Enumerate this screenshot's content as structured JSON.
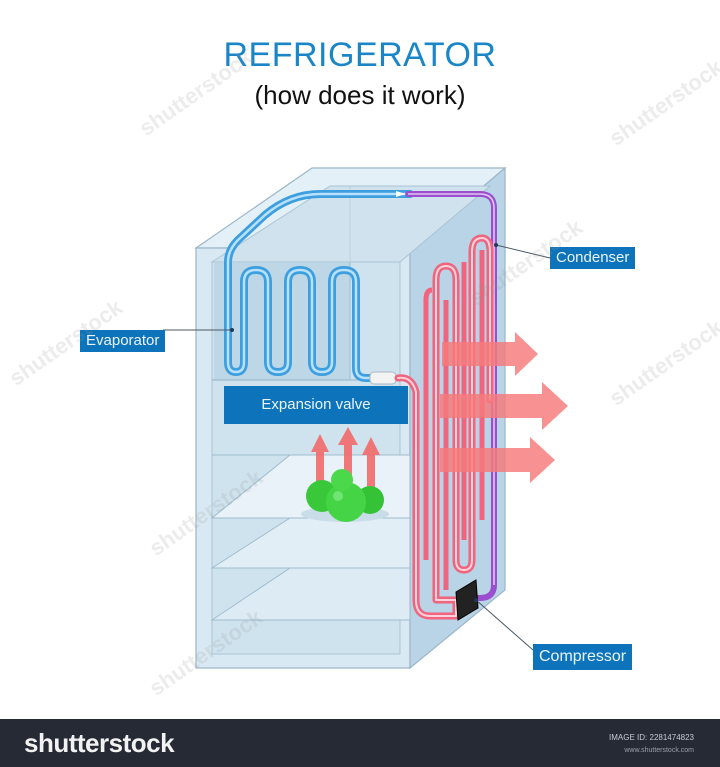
{
  "header": {
    "title": "REFRIGERATOR",
    "subtitle": "(how does it work)"
  },
  "labels": {
    "condenser": "Condenser",
    "evaporator": "Evaporator",
    "expansion_valve": "Expansion valve",
    "compressor": "Compressor"
  },
  "colors": {
    "title_blue": "#1a86c8",
    "label_bg": "#0d74bb",
    "cold_pipe": "#4aa8e6",
    "hot_pipe": "#f0607a",
    "transition_pipe": "#a050c8",
    "heat_arrow": "#f87070",
    "apples": "#3cc83c",
    "footer_bg": "#252a35"
  },
  "watermark": {
    "text": "shutterstock"
  },
  "footer": {
    "brand": "shutterstock",
    "image_id": "IMAGE ID: 2281474823",
    "url": "www.shutterstock.com"
  }
}
